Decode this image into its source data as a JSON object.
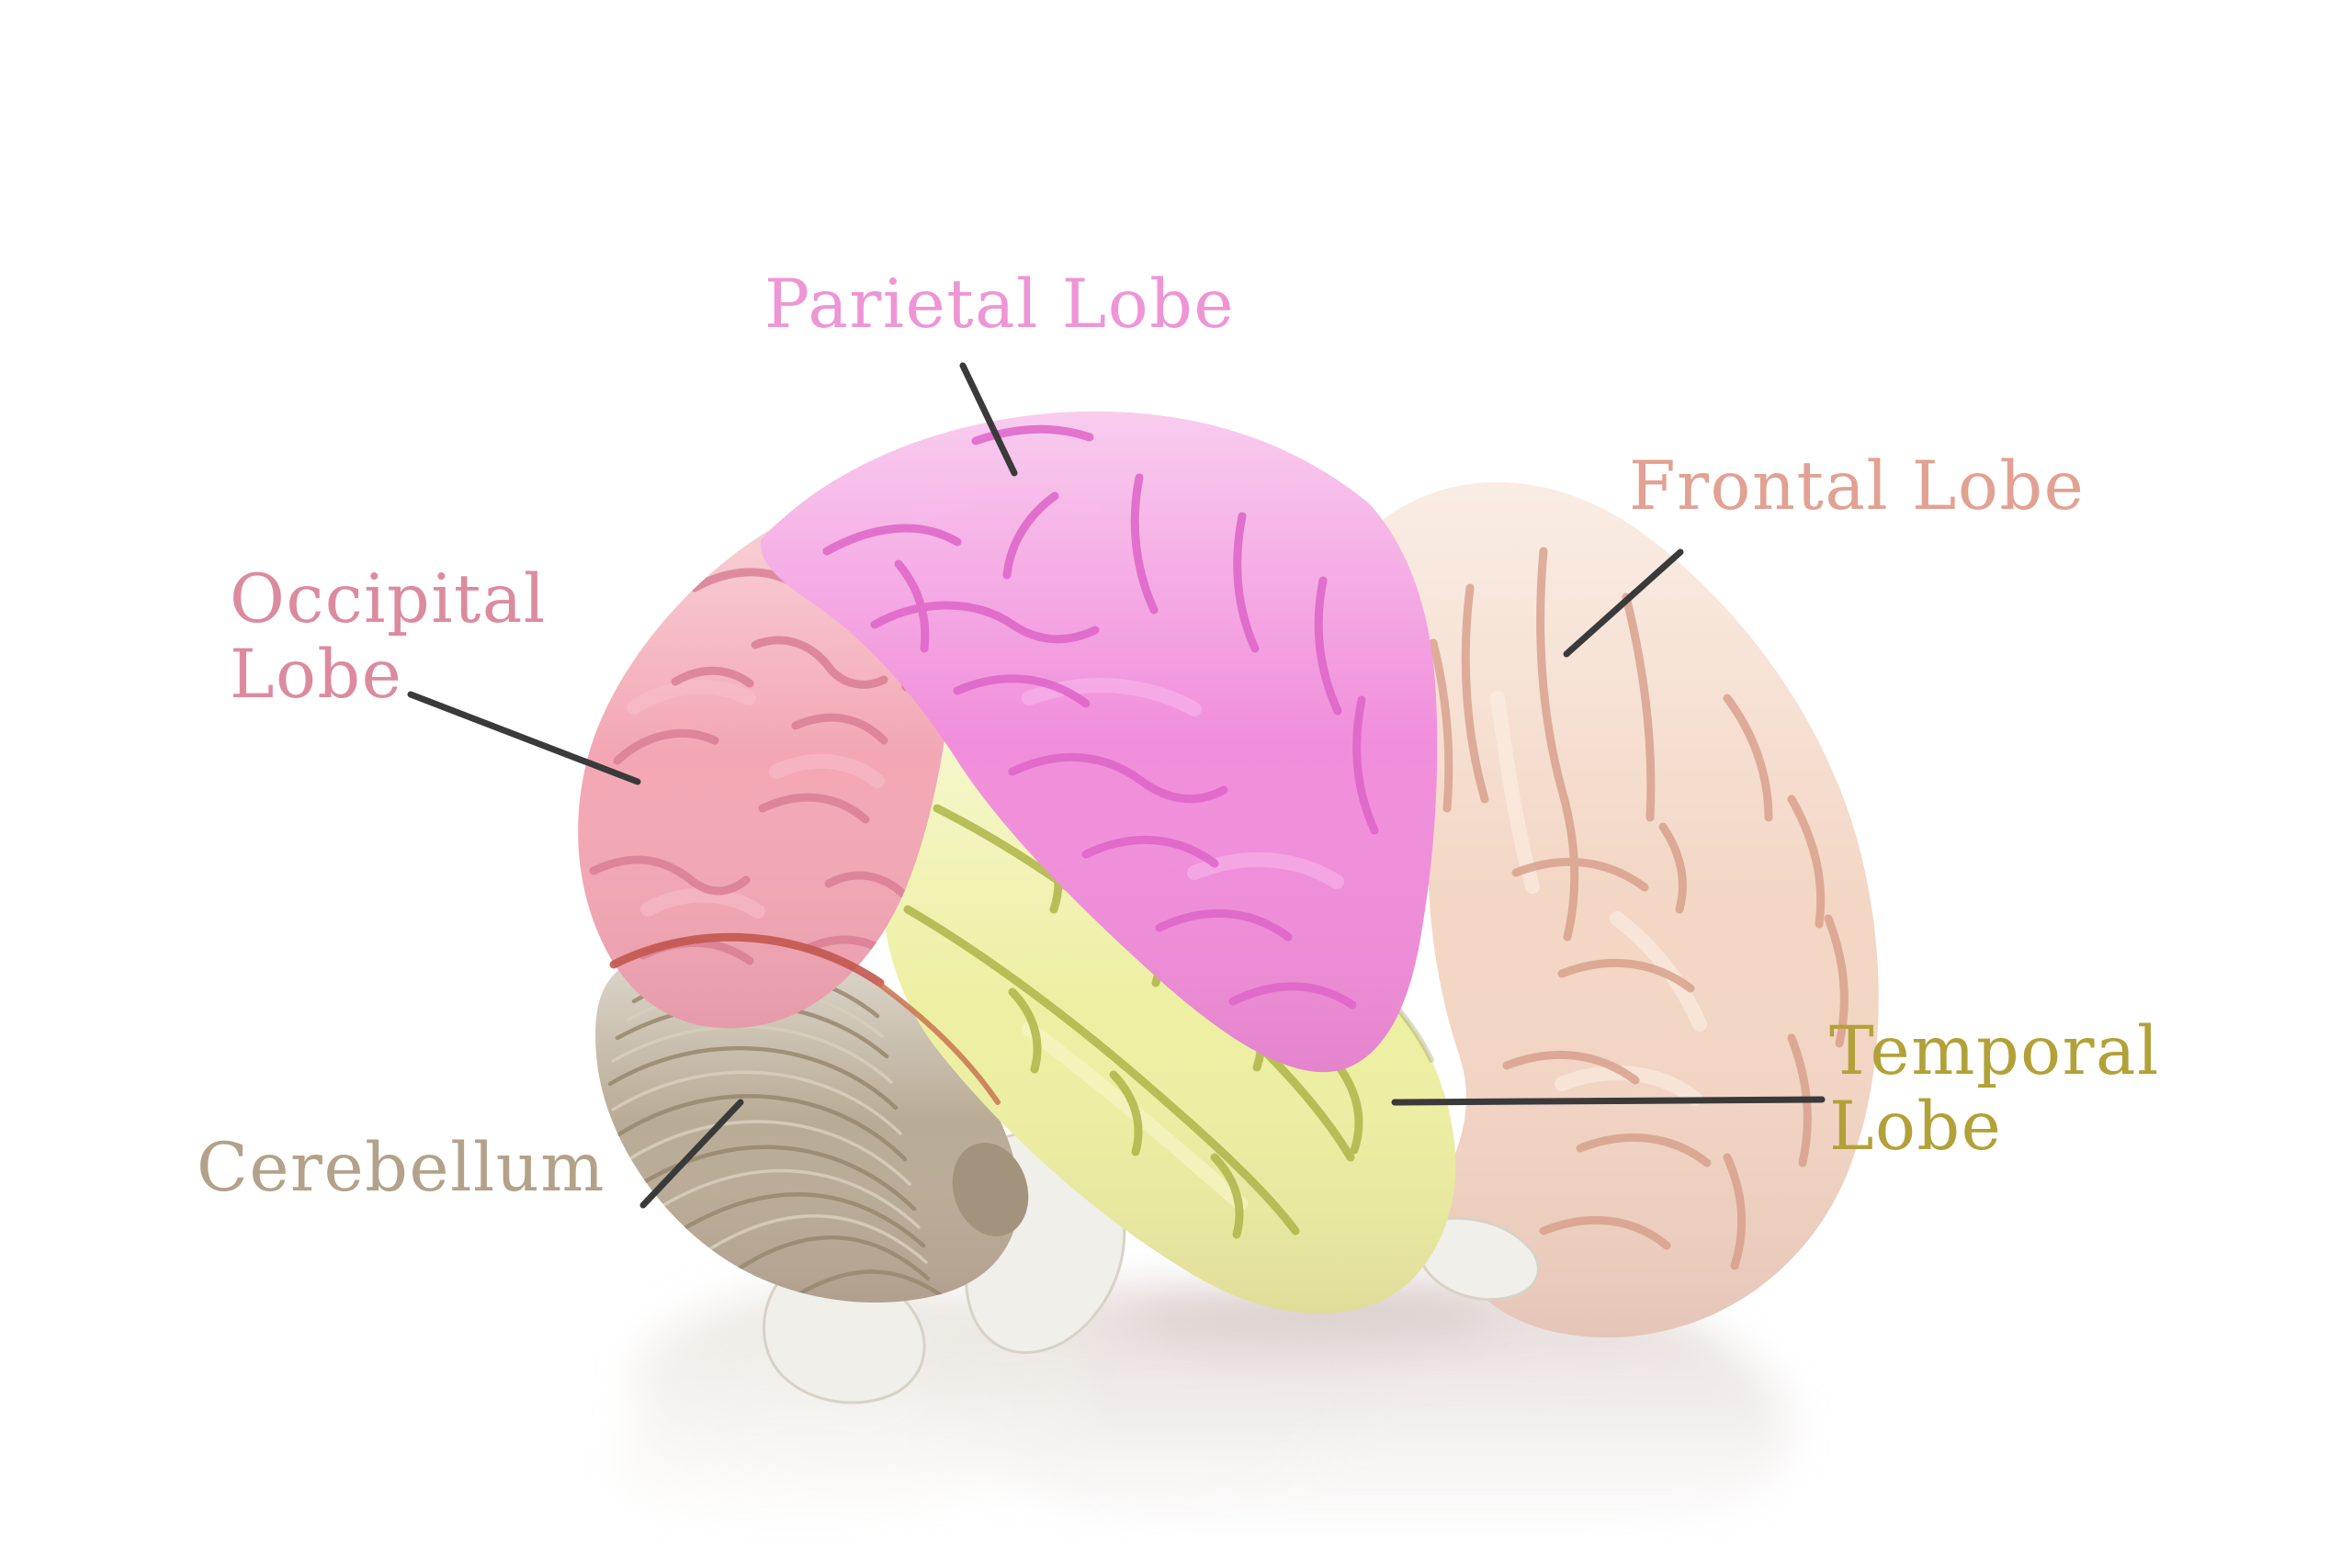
{
  "background_color": "#ffffff",
  "leader_line_color": "#3a3a3a",
  "labels": {
    "parietal": {
      "text": "Parietal Lobe",
      "color": "#ee95d6"
    },
    "frontal": {
      "text": "Frontal Lobe",
      "color": "#e2a192"
    },
    "occipital": {
      "line1": "Occipital",
      "line2": "Lobe",
      "color": "#dc8b9f"
    },
    "cerebellum": {
      "text": "Cerebellum",
      "color": "#b3a289"
    },
    "temporal": {
      "line1": "Temporal",
      "line2": "Lobe",
      "color": "#b2a138"
    }
  },
  "regions": {
    "parietal_lobe": "#f18edb",
    "frontal_lobe": "#f3d6c4",
    "occipital_lobe": "#f3a7b4",
    "temporal_lobe": "#edf0a2",
    "cerebellum": "#b9ac96",
    "brainstem_support": "#f1efe9",
    "model_seam": "#c2574f"
  }
}
